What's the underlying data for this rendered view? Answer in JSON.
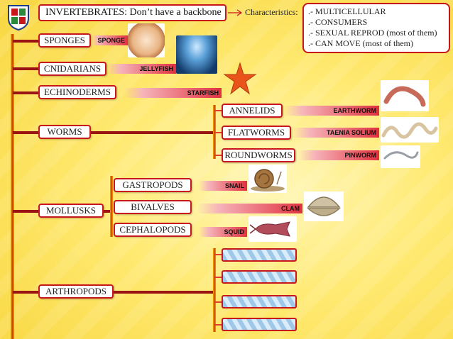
{
  "title": "INVERTEBRATES: Don’t have a backbone",
  "characteristics": {
    "label": "Characteristics:",
    "items": [
      ".- MULTICELLULAR",
      ".- CONSUMERS",
      ".- SEXUAL REPROD (most of them)",
      ".- CAN MOVE (most of them)"
    ]
  },
  "groups": {
    "sponges": "SPONGES",
    "cnidarians": "CNIDARIANS",
    "echinoderms": "ECHINODERMS",
    "worms": "WORMS",
    "mollusks": "MOLLUSKS",
    "arthropods": "ARTHROPODS"
  },
  "worm_subgroups": {
    "annelids": "ANNELIDS",
    "flatworms": "FLATWORMS",
    "roundworms": "ROUNDWORMS"
  },
  "mollusk_subgroups": {
    "gastropods": "GASTROPODS",
    "bivalves": "BIVALVES",
    "cephalopods": "CEPHALOPODS"
  },
  "examples": {
    "sponge": "SPONGE",
    "jellyfish": "JELLYFISH",
    "starfish": "STARFISH",
    "earthworm": "EARTHWORM",
    "taenia": "TAENIA SOLIUM",
    "pinworm": "PINWORM",
    "snail": "SNAIL",
    "clam": "CLAM",
    "squid": "SQUID"
  },
  "colors": {
    "accent_red": "#c8171c",
    "trunk_orange": "#e86a00",
    "background": "#ffe970"
  }
}
